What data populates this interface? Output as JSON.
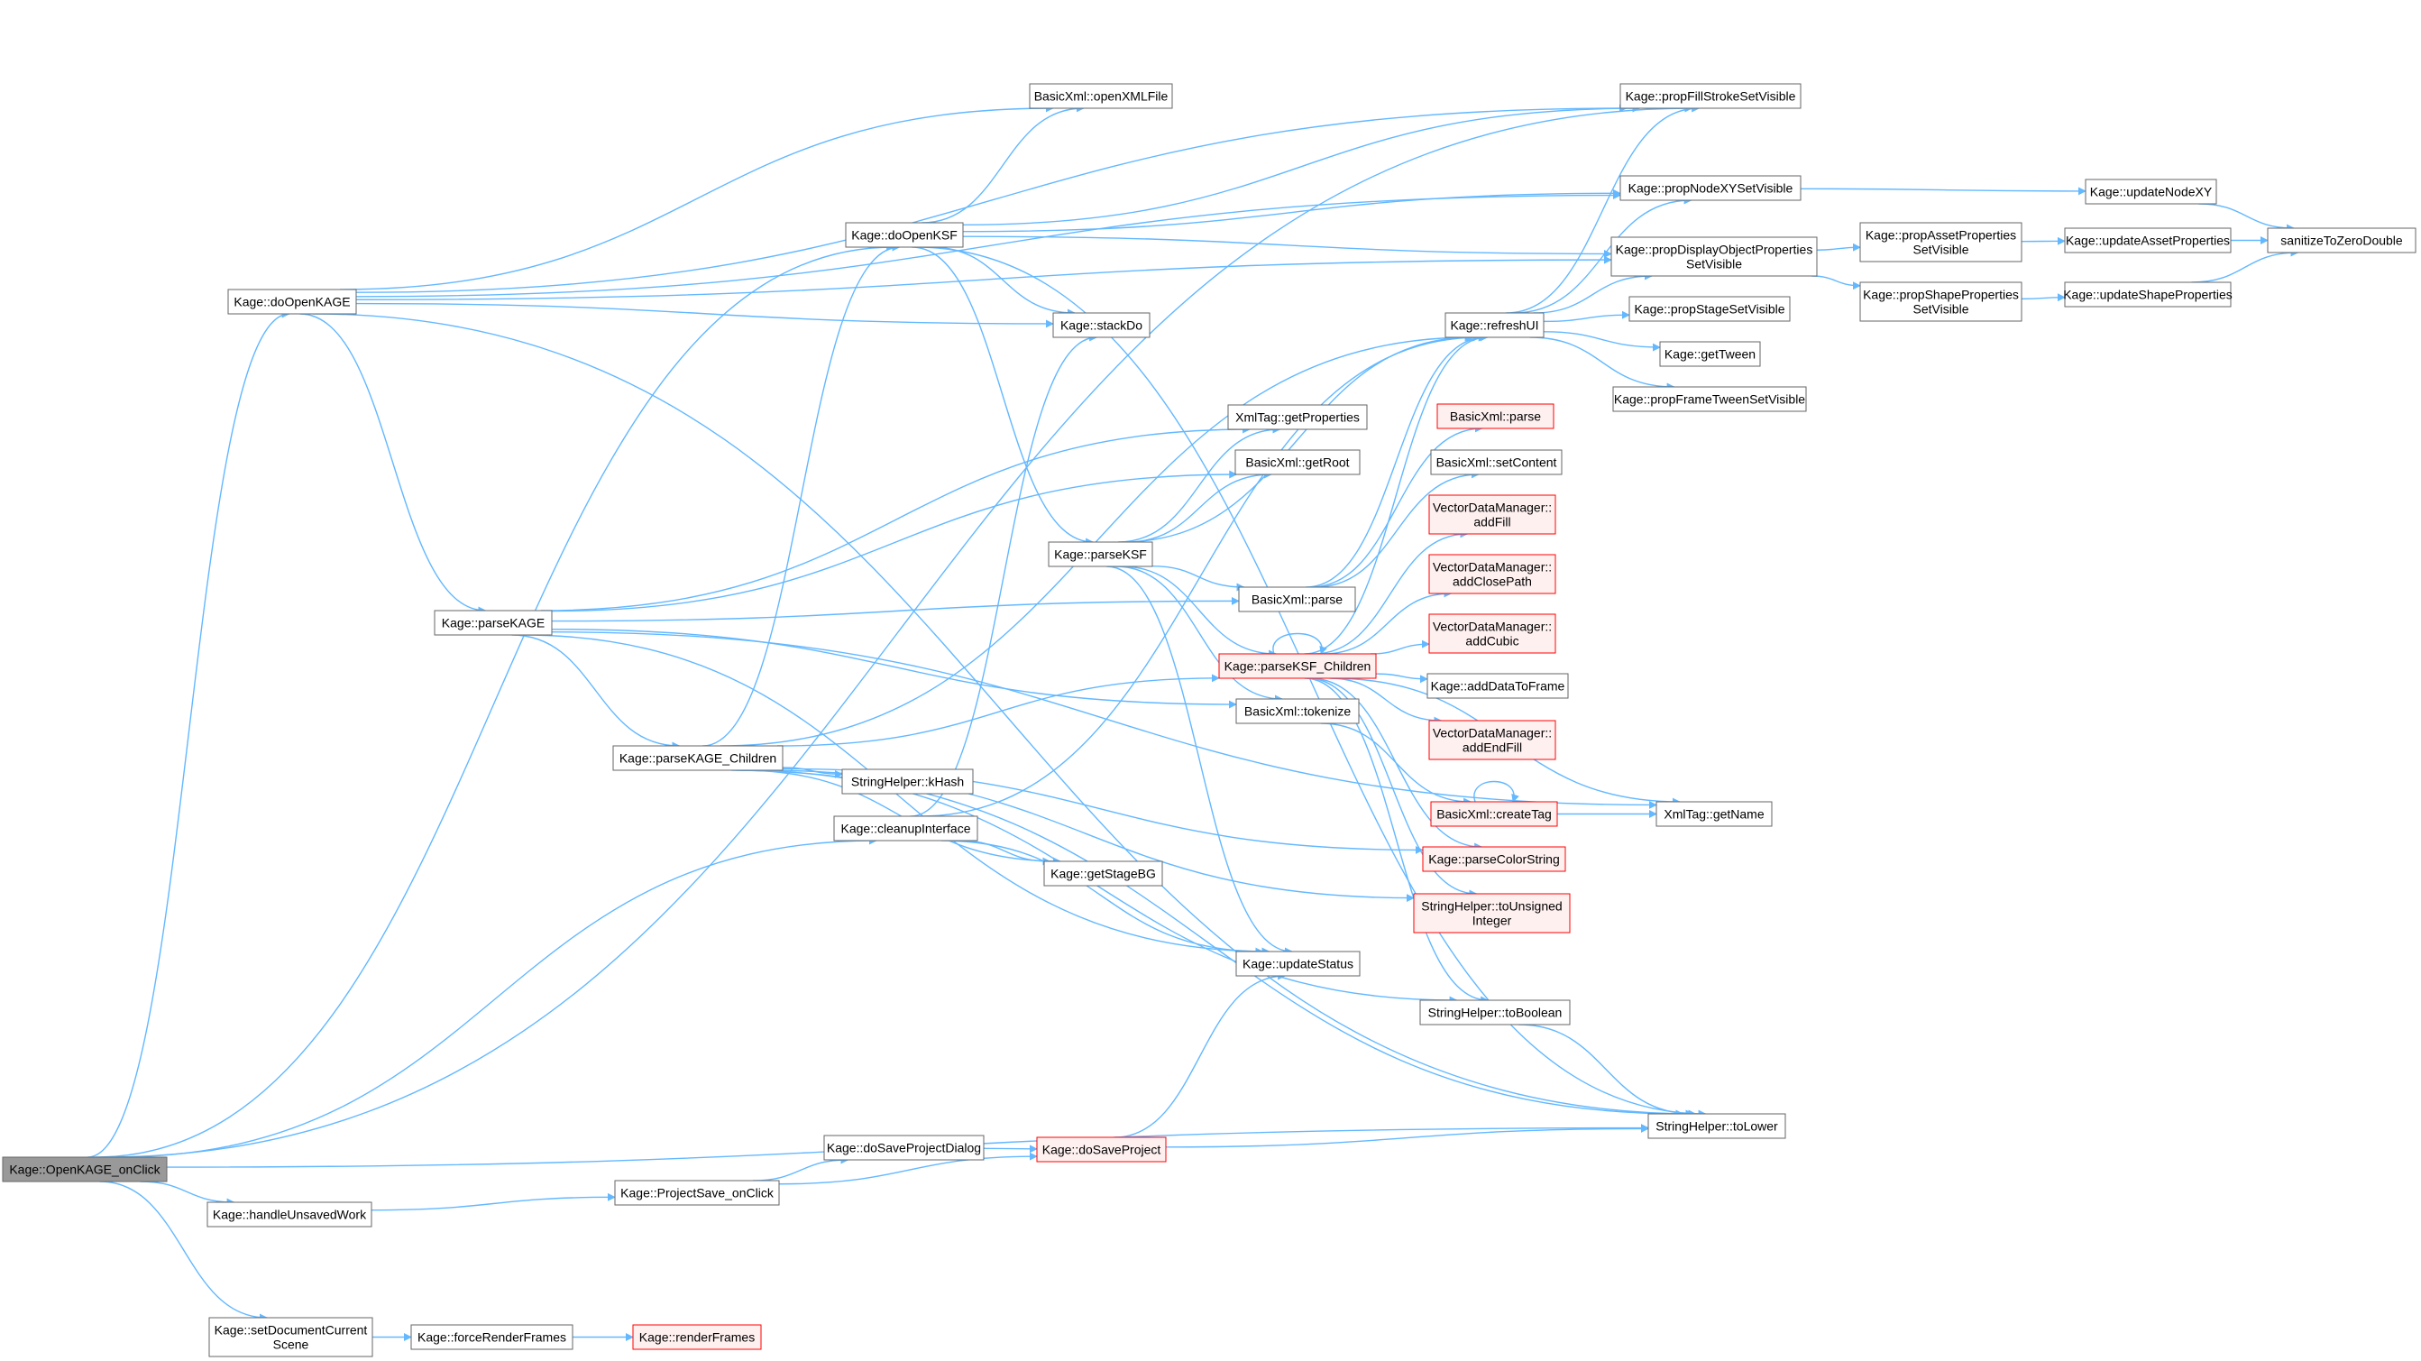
{
  "colors": {
    "edge": "#63b8ff",
    "node_border": "#666666",
    "node_fill": "#ffffff",
    "root_fill": "#999999",
    "trunc_border": "#ff0000",
    "trunc_fill": "#fff0f0",
    "text": "#000000"
  },
  "nodes": [
    {
      "id": "onclick",
      "lines": [
        "Kage::OpenKAGE_onClick"
      ],
      "kind": "root"
    },
    {
      "id": "doOpenKAGE",
      "lines": [
        "Kage::doOpenKAGE"
      ],
      "kind": "normal"
    },
    {
      "id": "handleUnsaved",
      "lines": [
        "Kage::handleUnsavedWork"
      ],
      "kind": "normal"
    },
    {
      "id": "setDocScene",
      "lines": [
        "Kage::setDocumentCurrent",
        "Scene"
      ],
      "kind": "normal"
    },
    {
      "id": "parseKAGE",
      "lines": [
        "Kage::parseKAGE"
      ],
      "kind": "normal"
    },
    {
      "id": "parseKAGEChildren",
      "lines": [
        "Kage::parseKAGE_Children"
      ],
      "kind": "normal"
    },
    {
      "id": "projectSave",
      "lines": [
        "Kage::ProjectSave_onClick"
      ],
      "kind": "normal"
    },
    {
      "id": "forceRender",
      "lines": [
        "Kage::forceRenderFrames"
      ],
      "kind": "normal"
    },
    {
      "id": "renderFrames",
      "lines": [
        "Kage::renderFrames"
      ],
      "kind": "truncated"
    },
    {
      "id": "doOpenKSF",
      "lines": [
        "Kage::doOpenKSF"
      ],
      "kind": "normal"
    },
    {
      "id": "openXML",
      "lines": [
        "BasicXml::openXMLFile"
      ],
      "kind": "normal"
    },
    {
      "id": "stackDo",
      "lines": [
        "Kage::stackDo"
      ],
      "kind": "normal"
    },
    {
      "id": "xmlGetProps",
      "lines": [
        "XmlTag::getProperties"
      ],
      "kind": "normal"
    },
    {
      "id": "getRoot",
      "lines": [
        "BasicXml::getRoot"
      ],
      "kind": "normal"
    },
    {
      "id": "parseKSF",
      "lines": [
        "Kage::parseKSF"
      ],
      "kind": "normal"
    },
    {
      "id": "bxParse",
      "lines": [
        "BasicXml::parse"
      ],
      "kind": "normal"
    },
    {
      "id": "parseKSFChildren",
      "lines": [
        "Kage::parseKSF_Children"
      ],
      "kind": "truncated"
    },
    {
      "id": "tokenize",
      "lines": [
        "BasicXml::tokenize"
      ],
      "kind": "normal"
    },
    {
      "id": "kHash",
      "lines": [
        "StringHelper::kHash"
      ],
      "kind": "normal"
    },
    {
      "id": "cleanupIface",
      "lines": [
        "Kage::cleanupInterface"
      ],
      "kind": "normal"
    },
    {
      "id": "getStageBG",
      "lines": [
        "Kage::getStageBG"
      ],
      "kind": "normal"
    },
    {
      "id": "updateStatus",
      "lines": [
        "Kage::updateStatus"
      ],
      "kind": "normal"
    },
    {
      "id": "doSaveDialog",
      "lines": [
        "Kage::doSaveProjectDialog"
      ],
      "kind": "normal"
    },
    {
      "id": "doSaveProject",
      "lines": [
        "Kage::doSaveProject"
      ],
      "kind": "truncated"
    },
    {
      "id": "refreshUI",
      "lines": [
        "Kage::refreshUI"
      ],
      "kind": "normal"
    },
    {
      "id": "bxParseRed",
      "lines": [
        "BasicXml::parse"
      ],
      "kind": "truncated"
    },
    {
      "id": "setContent",
      "lines": [
        "BasicXml::setContent"
      ],
      "kind": "normal"
    },
    {
      "id": "addFill",
      "lines": [
        "VectorDataManager::",
        "addFill"
      ],
      "kind": "truncated"
    },
    {
      "id": "addClosePath",
      "lines": [
        "VectorDataManager::",
        "addClosePath"
      ],
      "kind": "truncated"
    },
    {
      "id": "addCubic",
      "lines": [
        "VectorDataManager::",
        "addCubic"
      ],
      "kind": "truncated"
    },
    {
      "id": "addDataToFrame",
      "lines": [
        "Kage::addDataToFrame"
      ],
      "kind": "normal"
    },
    {
      "id": "addEndFill",
      "lines": [
        "VectorDataManager::",
        "addEndFill"
      ],
      "kind": "truncated"
    },
    {
      "id": "createTag",
      "lines": [
        "BasicXml::createTag"
      ],
      "kind": "truncated"
    },
    {
      "id": "parseColor",
      "lines": [
        "Kage::parseColorString"
      ],
      "kind": "truncated"
    },
    {
      "id": "toUInt",
      "lines": [
        "StringHelper::toUnsigned",
        "Integer"
      ],
      "kind": "truncated"
    },
    {
      "id": "toBoolean",
      "lines": [
        "StringHelper::toBoolean"
      ],
      "kind": "normal"
    },
    {
      "id": "toLower",
      "lines": [
        "StringHelper::toLower"
      ],
      "kind": "normal"
    },
    {
      "id": "getName",
      "lines": [
        "XmlTag::getName"
      ],
      "kind": "normal"
    },
    {
      "id": "propFillStroke",
      "lines": [
        "Kage::propFillStrokeSetVisible"
      ],
      "kind": "normal"
    },
    {
      "id": "propNodeXY",
      "lines": [
        "Kage::propNodeXYSetVisible"
      ],
      "kind": "normal"
    },
    {
      "id": "propDisplayObj",
      "lines": [
        "Kage::propDisplayObjectProperties",
        "SetVisible"
      ],
      "kind": "normal"
    },
    {
      "id": "propStage",
      "lines": [
        "Kage::propStageSetVisible"
      ],
      "kind": "normal"
    },
    {
      "id": "getTween",
      "lines": [
        "Kage::getTween"
      ],
      "kind": "normal"
    },
    {
      "id": "propFrameTween",
      "lines": [
        "Kage::propFrameTweenSetVisible"
      ],
      "kind": "normal"
    },
    {
      "id": "updateNodeXY",
      "lines": [
        "Kage::updateNodeXY"
      ],
      "kind": "normal"
    },
    {
      "id": "propAsset",
      "lines": [
        "Kage::propAssetProperties",
        "SetVisible"
      ],
      "kind": "normal"
    },
    {
      "id": "propShape",
      "lines": [
        "Kage::propShapeProperties",
        "SetVisible"
      ],
      "kind": "normal"
    },
    {
      "id": "updateAsset",
      "lines": [
        "Kage::updateAssetProperties"
      ],
      "kind": "normal"
    },
    {
      "id": "updateShape",
      "lines": [
        "Kage::updateShapeProperties"
      ],
      "kind": "normal"
    },
    {
      "id": "sanitize",
      "lines": [
        "sanitizeToZeroDouble"
      ],
      "kind": "normal"
    }
  ],
  "edges": [
    [
      "onclick",
      "doOpenKAGE"
    ],
    [
      "onclick",
      "handleUnsaved"
    ],
    [
      "onclick",
      "setDocScene"
    ],
    [
      "onclick",
      "doOpenKSF"
    ],
    [
      "onclick",
      "cleanupIface"
    ],
    [
      "onclick",
      "propFillStroke"
    ],
    [
      "onclick",
      "toLower"
    ],
    [
      "doOpenKAGE",
      "parseKAGE"
    ],
    [
      "doOpenKAGE",
      "openXML"
    ],
    [
      "doOpenKAGE",
      "stackDo"
    ],
    [
      "doOpenKAGE",
      "propFillStroke"
    ],
    [
      "doOpenKAGE",
      "propNodeXY"
    ],
    [
      "doOpenKAGE",
      "propDisplayObj"
    ],
    [
      "doOpenKAGE",
      "toLower"
    ],
    [
      "handleUnsaved",
      "projectSave"
    ],
    [
      "setDocScene",
      "forceRender"
    ],
    [
      "forceRender",
      "renderFrames"
    ],
    [
      "projectSave",
      "doSaveDialog"
    ],
    [
      "projectSave",
      "doSaveProject"
    ],
    [
      "doSaveDialog",
      "doSaveProject"
    ],
    [
      "doSaveProject",
      "toLower"
    ],
    [
      "doSaveProject",
      "updateStatus"
    ],
    [
      "parseKAGE",
      "parseKAGEChildren"
    ],
    [
      "parseKAGE",
      "xmlGetProps"
    ],
    [
      "parseKAGE",
      "getRoot"
    ],
    [
      "parseKAGE",
      "bxParse"
    ],
    [
      "parseKAGE",
      "tokenize"
    ],
    [
      "parseKAGE",
      "updateStatus"
    ],
    [
      "parseKAGE",
      "getName"
    ],
    [
      "parseKAGEChildren",
      "doOpenKSF"
    ],
    [
      "parseKAGEChildren",
      "refreshUI"
    ],
    [
      "parseKAGEChildren",
      "parseKSFChildren"
    ],
    [
      "parseKAGEChildren",
      "kHash"
    ],
    [
      "parseKAGEChildren",
      "getStageBG"
    ],
    [
      "parseKAGEChildren",
      "parseColor"
    ],
    [
      "parseKAGEChildren",
      "toUInt"
    ],
    [
      "parseKAGEChildren",
      "toBoolean"
    ],
    [
      "parseKAGEChildren",
      "toLower"
    ],
    [
      "cleanupIface",
      "stackDo"
    ],
    [
      "cleanupIface",
      "getStageBG"
    ],
    [
      "cleanupIface",
      "updateStatus"
    ],
    [
      "cleanupIface",
      "refreshUI"
    ],
    [
      "doOpenKSF",
      "openXML"
    ],
    [
      "doOpenKSF",
      "stackDo"
    ],
    [
      "doOpenKSF",
      "parseKSF"
    ],
    [
      "doOpenKSF",
      "propFillStroke"
    ],
    [
      "doOpenKSF",
      "propNodeXY"
    ],
    [
      "doOpenKSF",
      "propDisplayObj"
    ],
    [
      "doOpenKSF",
      "toLower"
    ],
    [
      "parseKSF",
      "xmlGetProps"
    ],
    [
      "parseKSF",
      "getRoot"
    ],
    [
      "parseKSF",
      "bxParse"
    ],
    [
      "parseKSF",
      "parseKSFChildren"
    ],
    [
      "parseKSF",
      "tokenize"
    ],
    [
      "parseKSF",
      "updateStatus"
    ],
    [
      "parseKSF",
      "refreshUI"
    ],
    [
      "bxParse",
      "bxParseRed"
    ],
    [
      "bxParse",
      "setContent"
    ],
    [
      "bxParse",
      "refreshUI"
    ],
    [
      "parseKSFChildren",
      "parseKSFChildren"
    ],
    [
      "parseKSFChildren",
      "addFill"
    ],
    [
      "parseKSFChildren",
      "addClosePath"
    ],
    [
      "parseKSFChildren",
      "addCubic"
    ],
    [
      "parseKSFChildren",
      "addDataToFrame"
    ],
    [
      "parseKSFChildren",
      "addEndFill"
    ],
    [
      "parseKSFChildren",
      "parseColor"
    ],
    [
      "parseKSFChildren",
      "toUInt"
    ],
    [
      "parseKSFChildren",
      "toBoolean"
    ],
    [
      "parseKSFChildren",
      "refreshUI"
    ],
    [
      "parseKSFChildren",
      "getName"
    ],
    [
      "tokenize",
      "createTag"
    ],
    [
      "createTag",
      "createTag"
    ],
    [
      "createTag",
      "getName"
    ],
    [
      "toBoolean",
      "toLower"
    ],
    [
      "refreshUI",
      "propFillStroke"
    ],
    [
      "refreshUI",
      "propNodeXY"
    ],
    [
      "refreshUI",
      "propDisplayObj"
    ],
    [
      "refreshUI",
      "propStage"
    ],
    [
      "refreshUI",
      "getTween"
    ],
    [
      "refreshUI",
      "propFrameTween"
    ],
    [
      "propNodeXY",
      "updateNodeXY"
    ],
    [
      "updateNodeXY",
      "sanitize"
    ],
    [
      "propDisplayObj",
      "propAsset"
    ],
    [
      "propDisplayObj",
      "propShape"
    ],
    [
      "propAsset",
      "updateAsset"
    ],
    [
      "updateAsset",
      "sanitize"
    ],
    [
      "propShape",
      "updateShape"
    ],
    [
      "updateShape",
      "sanitize"
    ]
  ]
}
